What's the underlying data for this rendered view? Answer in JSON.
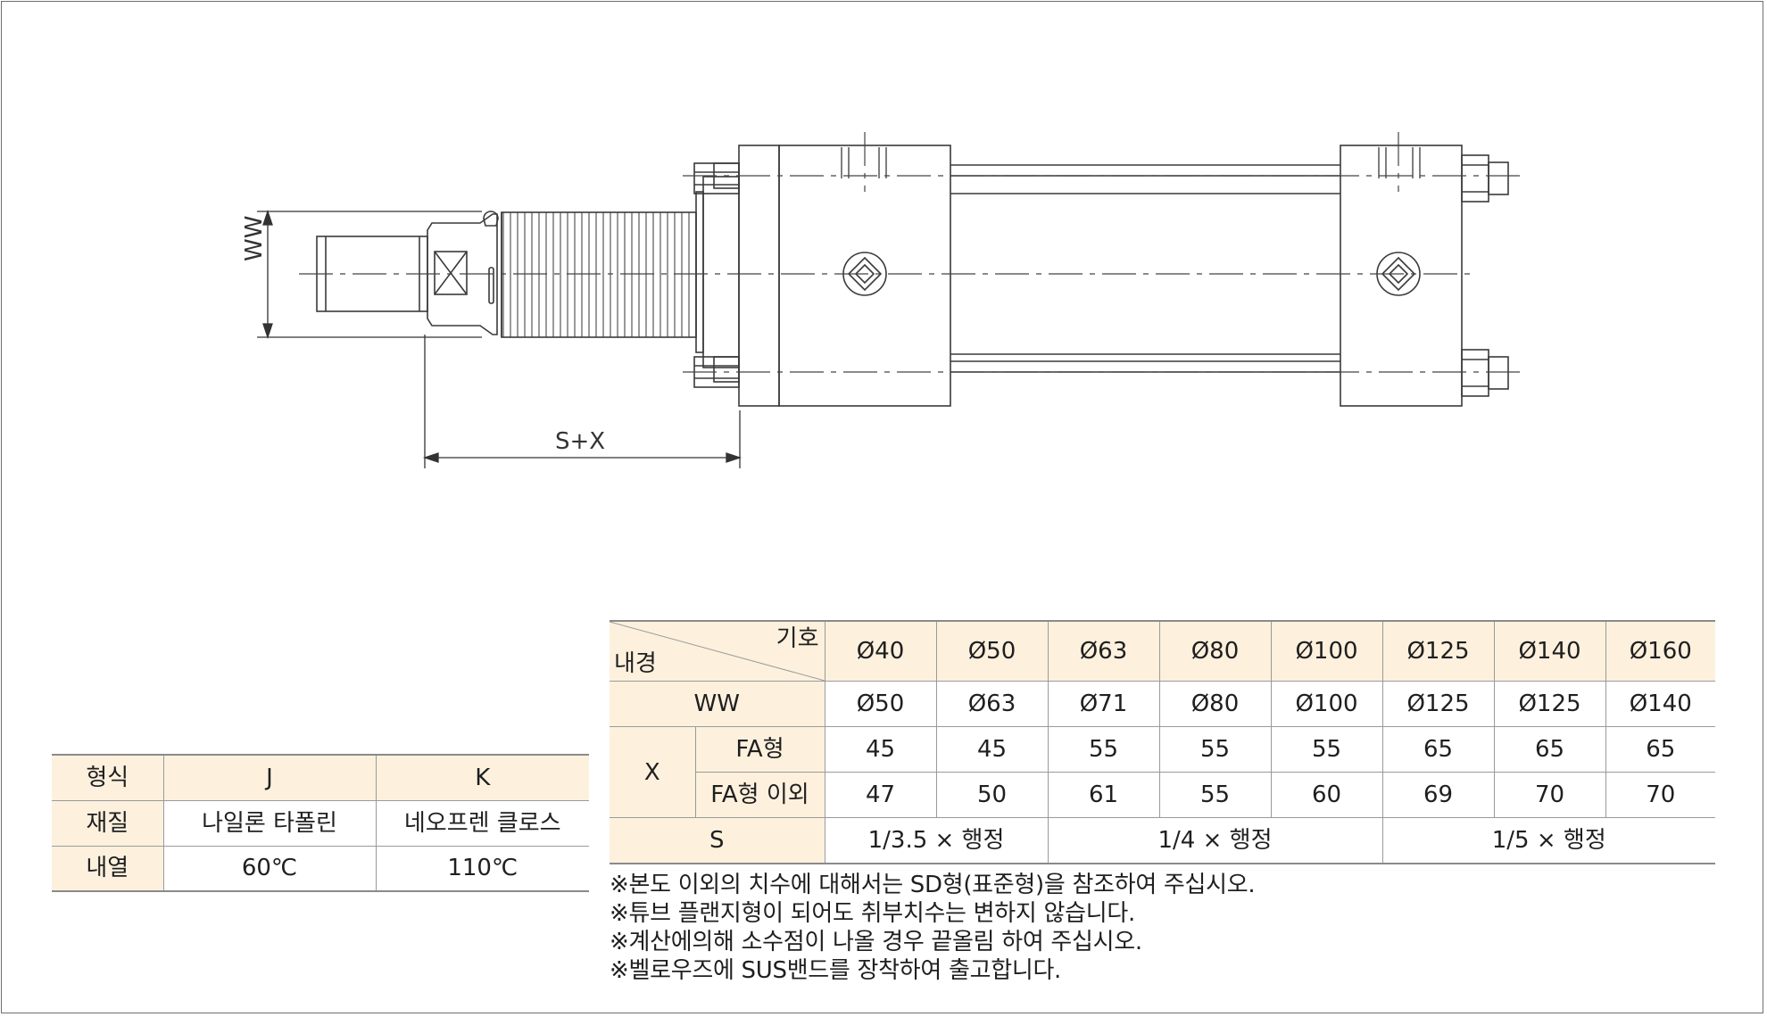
{
  "drawing": {
    "label_ww": "WW",
    "label_sx": "S+X"
  },
  "spec_table": {
    "corner_top": "기호",
    "corner_bottom": "내경",
    "bores": [
      "Ø40",
      "Ø50",
      "Ø63",
      "Ø80",
      "Ø100",
      "Ø125",
      "Ø140",
      "Ø160"
    ],
    "ww_label": "WW",
    "ww_values": [
      "Ø50",
      "Ø63",
      "Ø71",
      "Ø80",
      "Ø100",
      "Ø125",
      "Ø125",
      "Ø140"
    ],
    "x_label": "X",
    "x_rows": [
      {
        "label": "FA형",
        "values": [
          "45",
          "45",
          "55",
          "55",
          "55",
          "65",
          "65",
          "65"
        ]
      },
      {
        "label": "FA형 이외",
        "values": [
          "47",
          "50",
          "61",
          "55",
          "60",
          "69",
          "70",
          "70"
        ]
      }
    ],
    "s_label": "S",
    "s_groups": [
      "1/3.5 × 행정",
      "1/4 × 행정",
      "1/5 × 행정"
    ]
  },
  "material_table": {
    "header": [
      "형식",
      "J",
      "K"
    ],
    "rows": [
      [
        "재질",
        "나일론 타폴린",
        "네오프렌 클로스"
      ],
      [
        "내열",
        "60℃",
        "110℃"
      ]
    ]
  },
  "notes": [
    "※본도 이외의 치수에 대해서는 SD형(표준형)을 참조하여 주십시오.",
    "※튜브 플랜지형이 되어도 취부치수는 변하지 않습니다.",
    "※계산에의해 소수점이 나올 경우 끝올림 하여 주십시오.",
    "※벨로우즈에 SUS밴드를 장착하여 출고합니다."
  ]
}
